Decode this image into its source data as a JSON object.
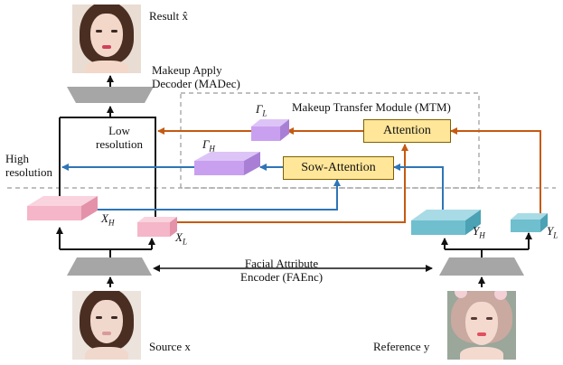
{
  "labels": {
    "result": "Result x̂",
    "madec": "Makeup Apply\nDecoder (MADec)",
    "mtm": "Makeup Transfer Module (MTM)",
    "low_res": "Low\nresolution",
    "high_res": "High\nresolution",
    "attention": "Attention",
    "sow_attention": "Sow-Attention",
    "gamma_l": "ΓL",
    "gamma_h": "ΓH",
    "x_h": "XH",
    "x_l": "XL",
    "y_h": "YH",
    "y_l": "YL",
    "faenc": "Facial Attribute\nEncoder (FAEnc)",
    "source": "Source x",
    "reference": "Reference y"
  },
  "colors": {
    "orange_arrow": "#c55a11",
    "blue_arrow": "#2e75b6",
    "pink_block": "#f4b6c8",
    "purple_block": "#c9a0f0",
    "cyan_block": "#6fbfcf",
    "module_fill": "#ffe699",
    "trapezoid": "#a6a6a6"
  },
  "icons": {
    "result_image": "face-portrait-makeup",
    "source_image": "face-portrait",
    "reference_image": "face-portrait-makeup"
  }
}
